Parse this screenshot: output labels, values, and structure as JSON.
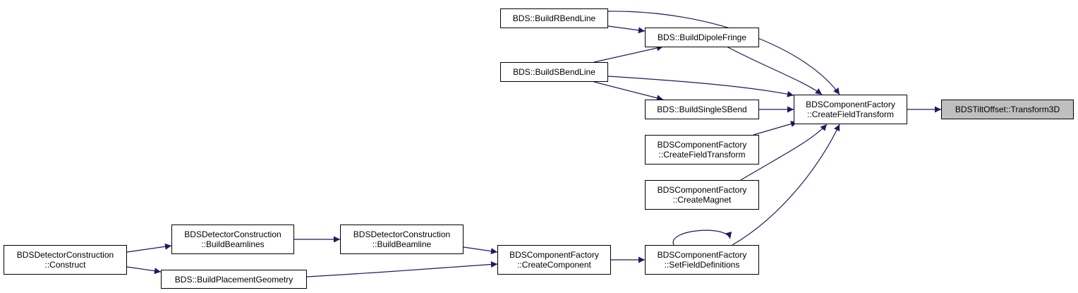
{
  "colors": {
    "edge": "#191970",
    "node_border": "#000000",
    "node_fill": "#ffffff",
    "highlight_fill": "#bfbfbf"
  },
  "nodes": {
    "n1": {
      "lines": [
        "BDS::BuildRBendLine"
      ]
    },
    "n2": {
      "lines": [
        "BDS::BuildDipoleFringe"
      ]
    },
    "n3": {
      "lines": [
        "BDS::BuildSBendLine"
      ]
    },
    "n4": {
      "lines": [
        "BDS::BuildSingleSBend"
      ]
    },
    "n5": {
      "lines": [
        "BDSComponentFactory",
        "::CreateFieldTransform"
      ]
    },
    "n6": {
      "lines": [
        "BDSComponentFactory",
        "::CreateFieldTransform"
      ]
    },
    "n7": {
      "lines": [
        "BDSTiltOffset::Transform3D"
      ]
    },
    "n8": {
      "lines": [
        "BDSComponentFactory",
        "::CreateMagnet"
      ]
    },
    "n9": {
      "lines": [
        "BDSDetectorConstruction",
        "::Construct"
      ]
    },
    "n10": {
      "lines": [
        "BDSDetectorConstruction",
        "::BuildBeamlines"
      ]
    },
    "n11": {
      "lines": [
        "BDSDetectorConstruction",
        "::BuildBeamline"
      ]
    },
    "n12": {
      "lines": [
        "BDSComponentFactory",
        "::CreateComponent"
      ]
    },
    "n13": {
      "lines": [
        "BDSComponentFactory",
        "::SetFieldDefinitions"
      ]
    },
    "n14": {
      "lines": [
        "BDS::BuildPlacementGeometry"
      ]
    }
  }
}
